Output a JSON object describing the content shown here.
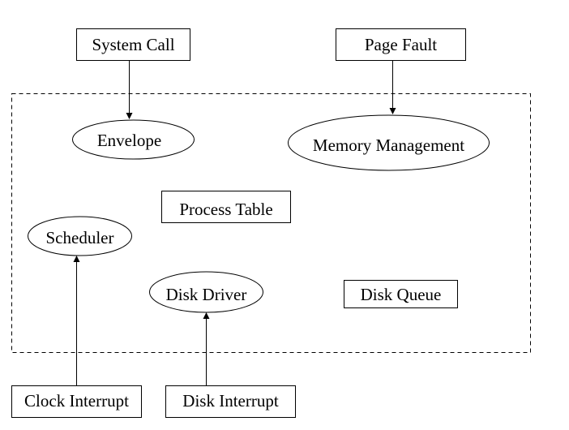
{
  "diagram": {
    "external": {
      "system_call": "System Call",
      "page_fault": "Page Fault",
      "clock_interrupt": "Clock Interrupt",
      "disk_interrupt": "Disk Interrupt"
    },
    "internal": {
      "envelope": "Envelope",
      "memory_management": "Memory Management",
      "process_table": "Process Table",
      "scheduler": "Scheduler",
      "disk_driver": "Disk Driver",
      "disk_queue": "Disk Queue"
    }
  }
}
